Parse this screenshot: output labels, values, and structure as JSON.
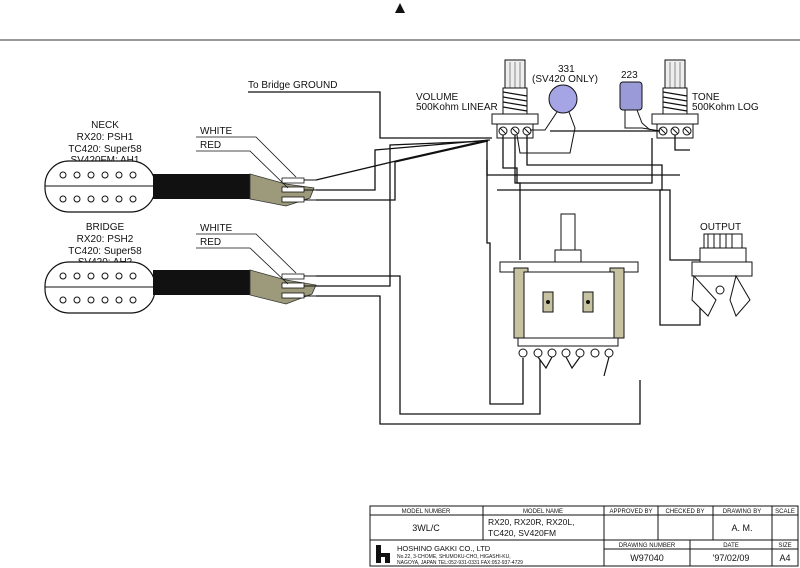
{
  "labels": {
    "to_bridge_ground": "To Bridge GROUND",
    "volume_name": "VOLUME",
    "volume_spec": "500Kohm LINEAR",
    "cap_331_value": "331",
    "cap_331_note": "(SV420 ONLY)",
    "cap_223_value": "223",
    "tone_name": "TONE",
    "tone_spec": "500Kohm LOG",
    "output": "OUTPUT",
    "neck": {
      "title": "NECK",
      "line1": "RX20: PSH1",
      "line2": "TC420: Super58",
      "line3": "SV420FM: AH1",
      "wire_white": "WHITE",
      "wire_red": "RED"
    },
    "bridge": {
      "title": "BRIDGE",
      "line1": "RX20: PSH2",
      "line2": "TC420: Super58",
      "line3": "SV420: AH2",
      "wire_white": "WHITE",
      "wire_red": "RED"
    }
  },
  "title_block": {
    "model_number_header": "MODEL NUMBER",
    "model_name_header": "MODEL NAME",
    "approved_by_header": "APPROVED BY",
    "checked_by_header": "CHECKED BY",
    "drawing_by_header": "DRAWING BY",
    "scale_header": "SCALE",
    "model_number": "3WL/C",
    "model_name_line1": "RX20, RX20R, RX20L,",
    "model_name_line2": "TC420, SV420FM",
    "drawing_by": "A. M.",
    "company_name": "HOSHINO GAKKI CO., LTD",
    "address_line1": "No.22, 3-CHOME, SHUMOKU-CHO, HIGASHI-KU,",
    "address_line2": "NAGOYA, JAPAN      TEL:052-931-0331  FAX:052-937-4729",
    "drawing_number_header": "DRAWING NUMBER",
    "date_header": "DATE",
    "size_header": "SIZE",
    "drawing_number": "W97040",
    "date": "'97/02/09",
    "size": "A4"
  },
  "colors": {
    "pot_shaft": "#eeeeee",
    "cap_331": "#a5a5e6",
    "cap_223": "#9a9ad8",
    "switch_body": "#c6c2a2",
    "wire_sheath": "#9c9a7a"
  }
}
